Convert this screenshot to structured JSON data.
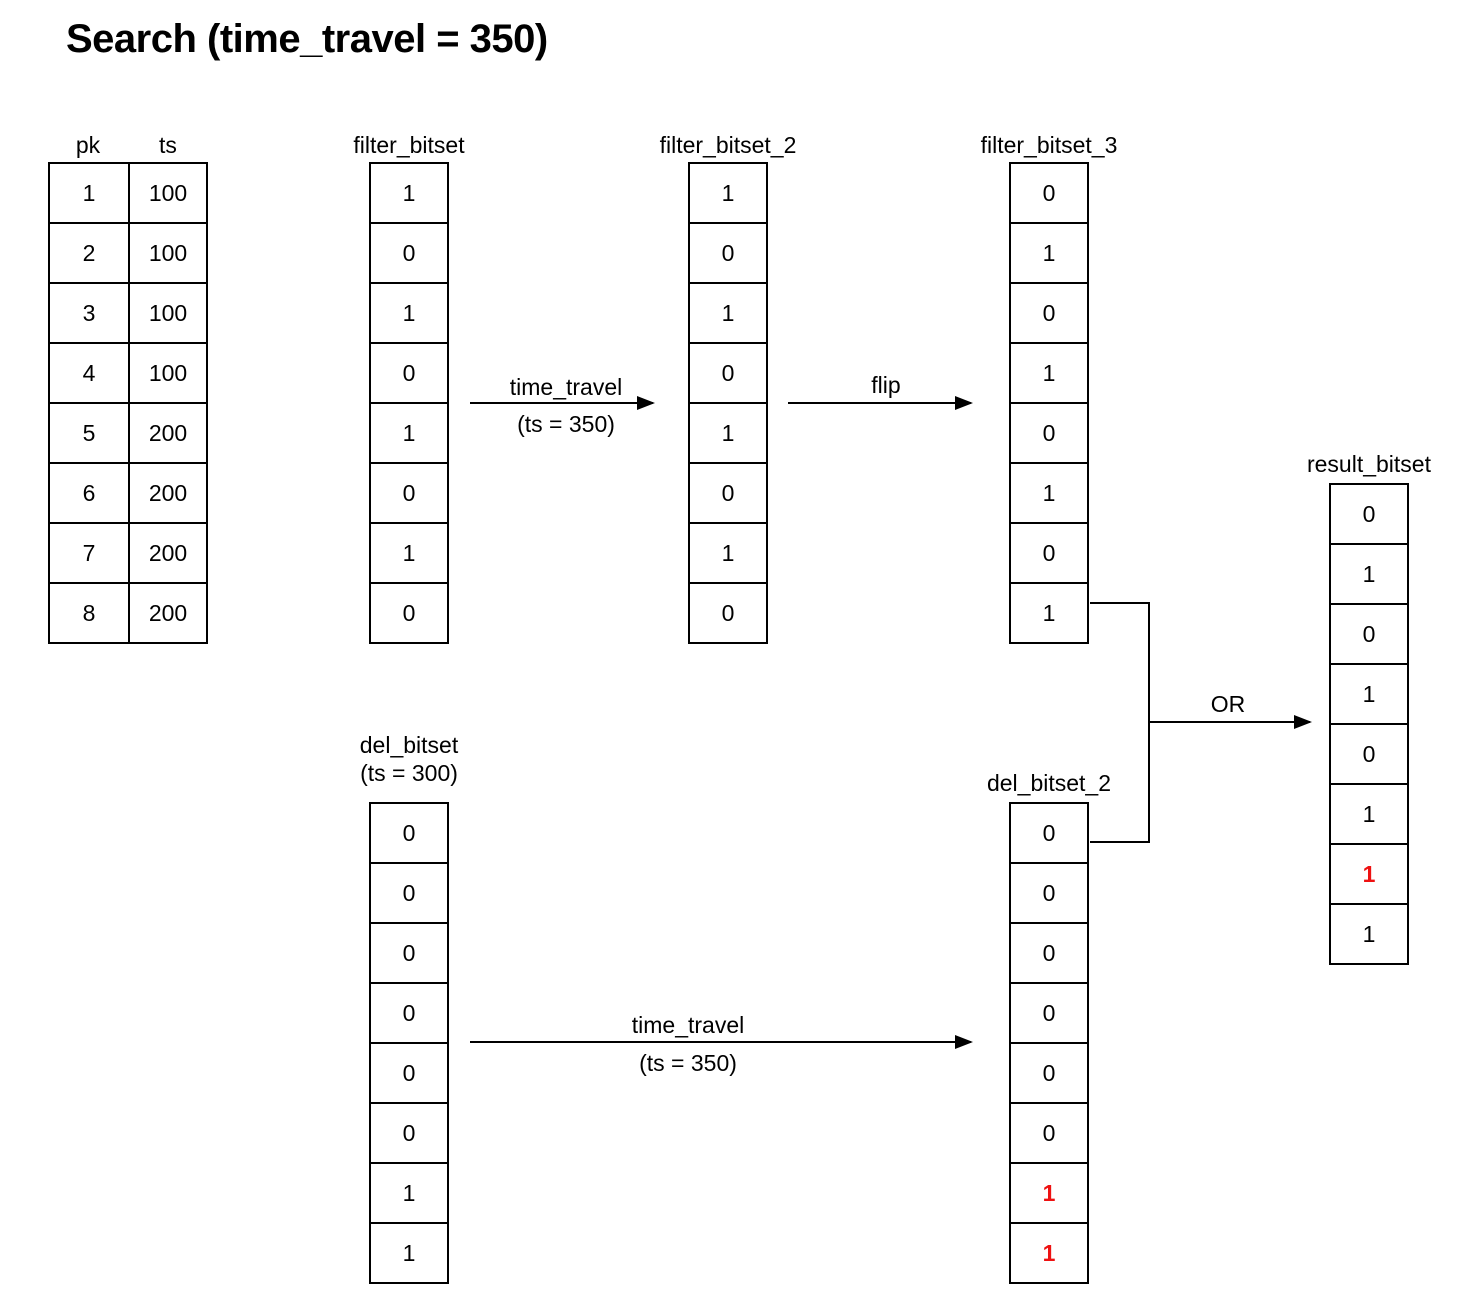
{
  "title": "Search (time_travel = 350)",
  "colors": {
    "highlight_red": "#ee1111",
    "stroke": "#000000",
    "background": "#ffffff"
  },
  "pk_table": {
    "headers": [
      "pk",
      "ts"
    ],
    "rows": [
      [
        "1",
        "100"
      ],
      [
        "2",
        "100"
      ],
      [
        "3",
        "100"
      ],
      [
        "4",
        "100"
      ],
      [
        "5",
        "200"
      ],
      [
        "6",
        "200"
      ],
      [
        "7",
        "200"
      ],
      [
        "8",
        "200"
      ]
    ]
  },
  "bitsets": {
    "filter_bitset": {
      "label": "filter_bitset",
      "bits": [
        "1",
        "0",
        "1",
        "0",
        "1",
        "0",
        "1",
        "0"
      ],
      "red_indices": []
    },
    "filter_bitset_2": {
      "label": "filter_bitset_2",
      "bits": [
        "1",
        "0",
        "1",
        "0",
        "1",
        "0",
        "1",
        "0"
      ],
      "red_indices": []
    },
    "filter_bitset_3": {
      "label": "filter_bitset_3",
      "bits": [
        "0",
        "1",
        "0",
        "1",
        "0",
        "1",
        "0",
        "1"
      ],
      "red_indices": []
    },
    "del_bitset": {
      "label": "del_bitset",
      "sublabel": "(ts = 300)",
      "bits": [
        "0",
        "0",
        "0",
        "0",
        "0",
        "0",
        "1",
        "1"
      ],
      "red_indices": []
    },
    "del_bitset_2": {
      "label": "del_bitset_2",
      "bits": [
        "0",
        "0",
        "0",
        "0",
        "0",
        "0",
        "1",
        "1"
      ],
      "red_indices": [
        6,
        7
      ]
    },
    "result_bitset": {
      "label": "result_bitset",
      "bits": [
        "0",
        "1",
        "0",
        "1",
        "0",
        "1",
        "1",
        "1"
      ],
      "red_indices": [
        6
      ]
    }
  },
  "arrows": {
    "time_travel_top": {
      "label": "time_travel",
      "sublabel": "(ts = 350)"
    },
    "flip": {
      "label": "flip"
    },
    "time_travel_bottom": {
      "label": "time_travel",
      "sublabel": "(ts = 350)"
    },
    "or": {
      "label": "OR"
    }
  }
}
